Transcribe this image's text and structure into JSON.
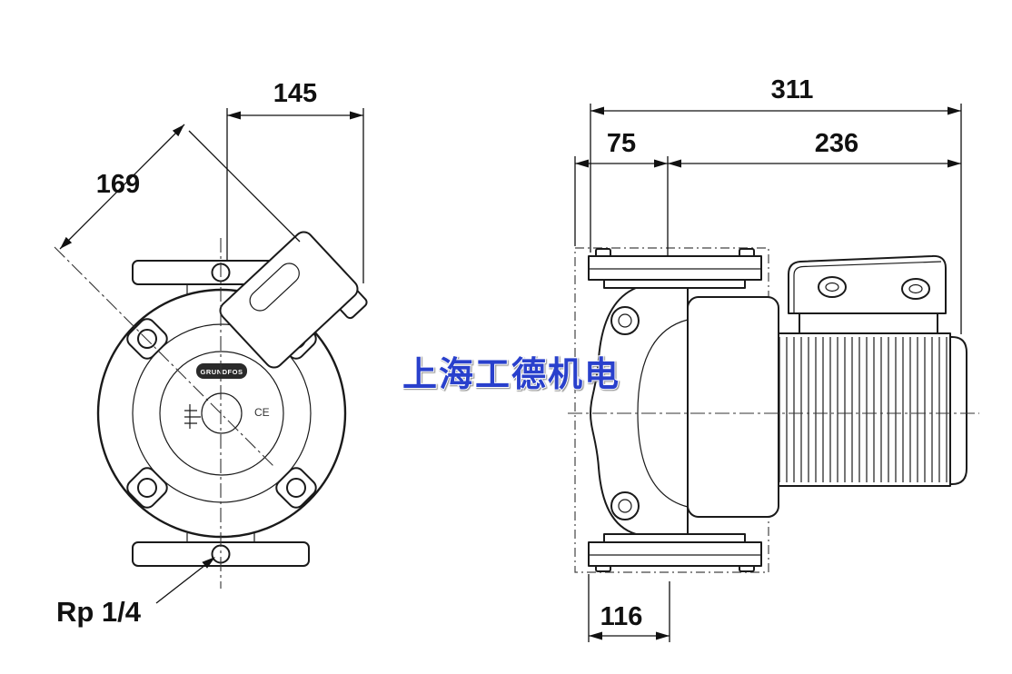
{
  "page": {
    "background": "#ffffff"
  },
  "watermark": {
    "text": "上海工德机电",
    "color": "#2940cc"
  },
  "front_view": {
    "description": "pump front view",
    "dims": {
      "top_width": "145",
      "diagonal": "169"
    },
    "port_label": "Rp 1/4",
    "logo": "GRUNDFOS",
    "ce_mark": "CE"
  },
  "side_view": {
    "description": "pump side view",
    "dims": {
      "overall_length": "311",
      "flange_depth": "75",
      "motor_length": "236",
      "bottom_width": "116"
    }
  },
  "colors": {
    "line": "#1a1a1a",
    "dimension": "#111111",
    "centerline": "#333333"
  }
}
